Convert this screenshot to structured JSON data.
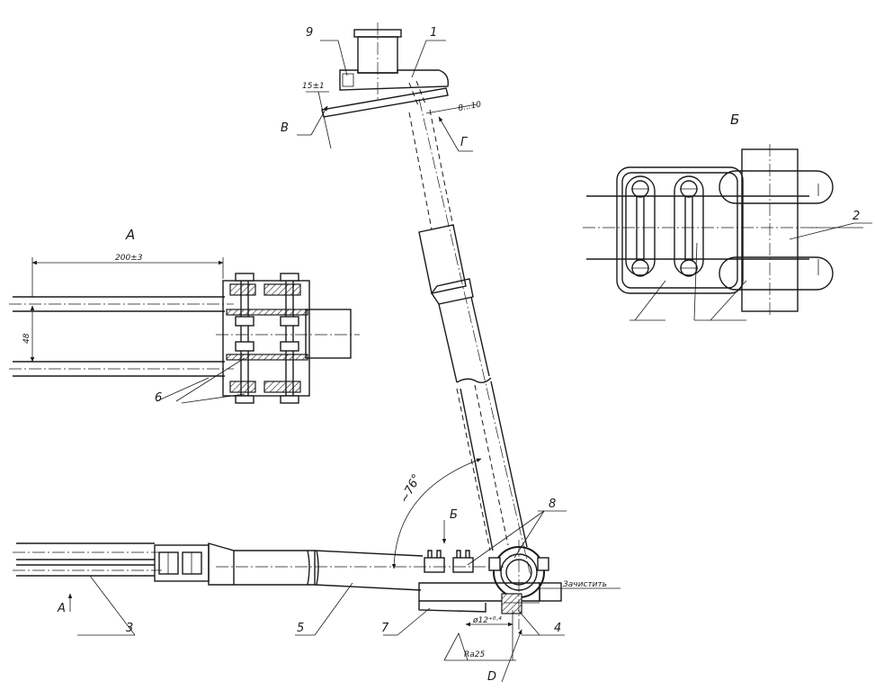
{
  "labels": {
    "callouts": [
      "1",
      "2",
      "3",
      "4",
      "5",
      "6",
      "7",
      "8",
      "9"
    ],
    "view_a": "А",
    "view_b_arrow": "Б",
    "view_b_title": "Б",
    "arrow_a": "А",
    "letter_v": "В",
    "letter_g": "Г",
    "letter_d": "D"
  },
  "dimensions": {
    "d15": "15±1",
    "d8_10": "8...10",
    "d200": "200±3",
    "d48": "48",
    "angle": "~76°",
    "dia": "ø12⁺⁰·⁴",
    "ra": "Ra25"
  },
  "notes": {
    "clean": "Зачистить"
  }
}
